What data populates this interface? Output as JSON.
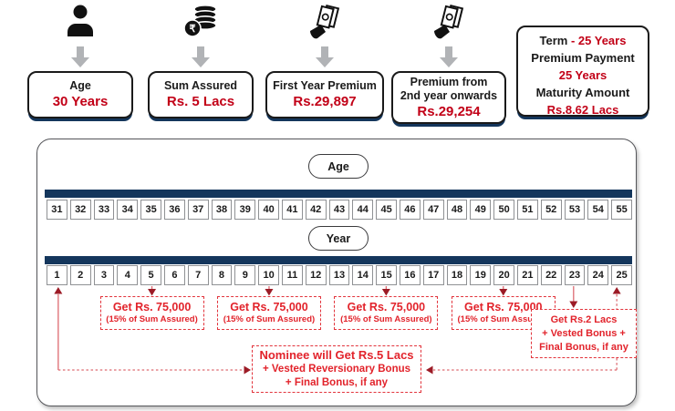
{
  "top": {
    "items": [
      {
        "icon": "person-icon",
        "label_lines": [
          "Age"
        ],
        "value": "30 Years"
      },
      {
        "icon": "coin-stack-icon",
        "label_lines": [
          "Sum Assured"
        ],
        "value": "Rs. 5 Lacs"
      },
      {
        "icon": "cash-in-hand-icon",
        "label_lines": [
          "First Year Premium"
        ],
        "value": "Rs.29,897"
      },
      {
        "icon": "cash-in-hand-icon",
        "label_lines": [
          "Premium from",
          "2nd year onwards"
        ],
        "value": "Rs.29,254"
      }
    ],
    "summary_box": {
      "lines": [
        [
          {
            "text": "Term ",
            "color": "dark"
          },
          {
            "text": "- 25 Years",
            "color": "red"
          }
        ],
        [
          {
            "text": "Premium Payment",
            "color": "dark"
          }
        ],
        [
          {
            "text": "25 Years",
            "color": "red"
          }
        ],
        [
          {
            "text": "Maturity Amount",
            "color": "dark"
          }
        ],
        [
          {
            "text": "Rs.8.62 Lacs",
            "color": "red"
          }
        ]
      ]
    }
  },
  "timeline": {
    "age_label": "Age",
    "year_label": "Year",
    "ages": [
      31,
      32,
      33,
      34,
      35,
      36,
      37,
      38,
      39,
      40,
      41,
      42,
      43,
      44,
      45,
      46,
      47,
      48,
      49,
      50,
      51,
      52,
      53,
      54,
      55
    ],
    "years": [
      1,
      2,
      3,
      4,
      5,
      6,
      7,
      8,
      9,
      10,
      11,
      12,
      13,
      14,
      15,
      16,
      17,
      18,
      19,
      20,
      21,
      22,
      23,
      24,
      25
    ],
    "payouts": [
      {
        "year": 5,
        "line1": "Get Rs. 75,000",
        "line2": "(15% of Sum Assured)"
      },
      {
        "year": 10,
        "line1": "Get Rs. 75,000",
        "line2": "(15% of Sum Assured)"
      },
      {
        "year": 15,
        "line1": "Get Rs. 75,000",
        "line2": "(15% of Sum Assured)"
      },
      {
        "year": 20,
        "line1": "Get Rs. 75,000",
        "line2": "(15% of Sum Assured)"
      }
    ],
    "maturity_note": {
      "pointer_year": 23,
      "maturity_year": 25,
      "lines": [
        "Get Rs.2 Lacs",
        "+ Vested Bonus +",
        "Final Bonus, if any"
      ]
    },
    "death_benefit_note": {
      "start_year": 1,
      "end_year": 25,
      "lines": [
        "Nominee will Get Rs.5 Lacs",
        "+ Vested Reversionary Bonus",
        "+ Final Bonus, if any"
      ]
    }
  },
  "colors": {
    "navy": "#14365c",
    "value_red": "#c20017",
    "note_red": "#e2232b",
    "arrowhead_maroon": "#9c1b26",
    "connector_pink": "#dd6b72",
    "gray_arrow": "#b1b3b6"
  }
}
